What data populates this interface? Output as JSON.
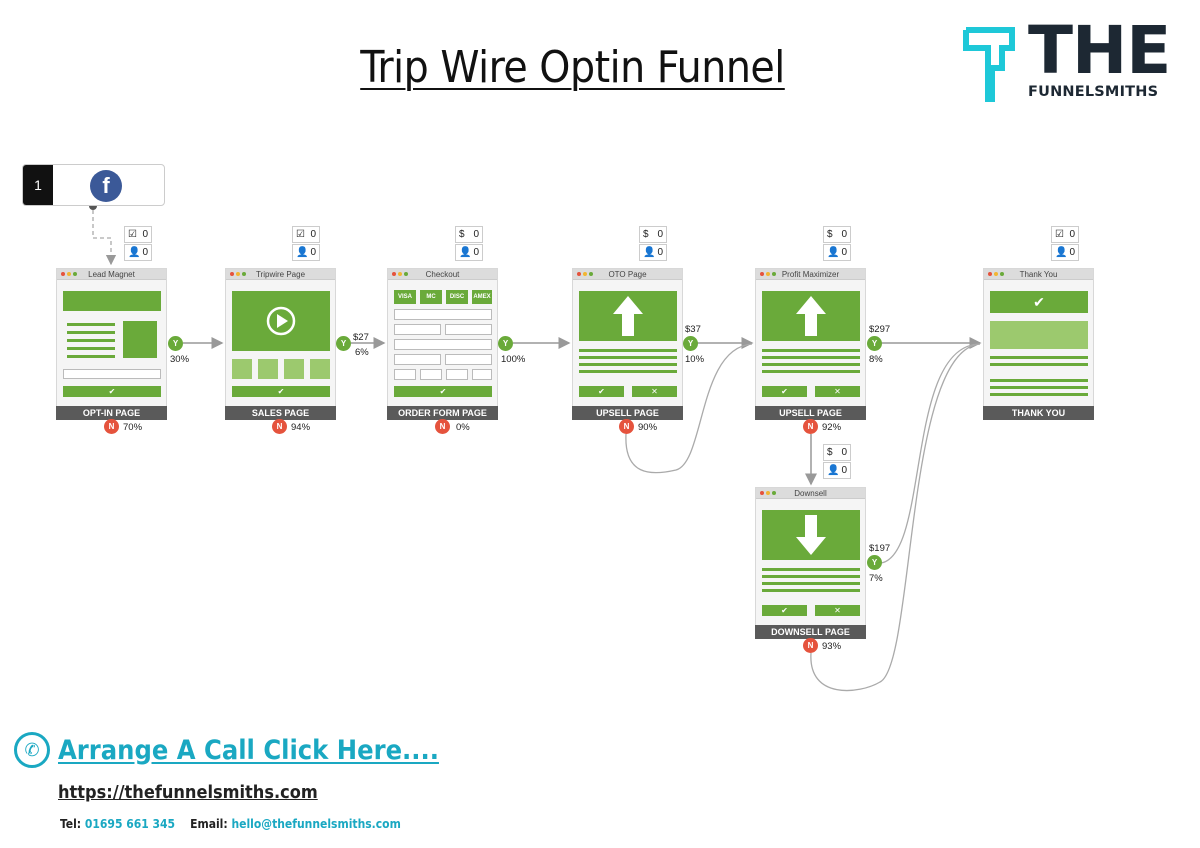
{
  "title": "Trip Wire Optin Funnel",
  "logo": {
    "word": "THE",
    "sub": "FUNNELSMITHS",
    "accent": "#1ec8d8"
  },
  "source": {
    "number": "1",
    "icon": "facebook-icon"
  },
  "steps": [
    {
      "header": "Lead Magnet",
      "footer": "OPT-IN PAGE",
      "stat_top": "0",
      "stat_bottom": "0",
      "yes": "Y",
      "no": "N",
      "yes_pct": "30%",
      "no_pct": "70%"
    },
    {
      "header": "Tripwire Page",
      "footer": "SALES PAGE",
      "stat_top": "0",
      "stat_bottom": "0",
      "yes": "Y",
      "no": "N",
      "price": "$27",
      "yes_pct": "6%",
      "no_pct": "94%"
    },
    {
      "header": "Checkout",
      "footer": "ORDER FORM PAGE",
      "stat_top": "0",
      "stat_bottom": "0",
      "yes": "Y",
      "no": "N",
      "yes_pct": "100%",
      "no_pct": "0%",
      "cards": [
        "VISA",
        "MC",
        "DISC",
        "AMEX"
      ]
    },
    {
      "header": "OTO Page",
      "footer": "UPSELL PAGE",
      "stat_top": "0",
      "stat_bottom": "0",
      "yes": "Y",
      "no": "N",
      "price": "$37",
      "yes_pct": "10%",
      "no_pct": "90%"
    },
    {
      "header": "Profit Maximizer",
      "footer": "UPSELL PAGE",
      "stat_top": "0",
      "stat_bottom": "0",
      "yes": "Y",
      "no": "N",
      "price": "$297",
      "yes_pct": "8%",
      "no_pct": "92%"
    },
    {
      "header": "Thank You",
      "footer": "THANK YOU",
      "stat_top": "0",
      "stat_bottom": "0"
    },
    {
      "header": "Downsell",
      "footer": "DOWNSELL PAGE",
      "stat_top": "0",
      "stat_bottom": "0",
      "yes": "Y",
      "no": "N",
      "price": "$197",
      "yes_pct": "7%",
      "no_pct": "93%"
    }
  ],
  "icons": {
    "check": "✔",
    "cross": "✕",
    "dollar": "$",
    "user": "👤",
    "checkbox": "☑"
  },
  "footer": {
    "call": "Arrange A Call Click Here....",
    "url": "https://thefunnelsmiths.com",
    "tel_label": "Tel:",
    "tel": "01695 661 345",
    "email_label": "Email:",
    "email": "hello@thefunnelsmiths.com"
  },
  "colors": {
    "green": "#6aaa3a",
    "red": "#e5533d",
    "teal": "#1aa8c2",
    "dark": "#1d2833"
  }
}
